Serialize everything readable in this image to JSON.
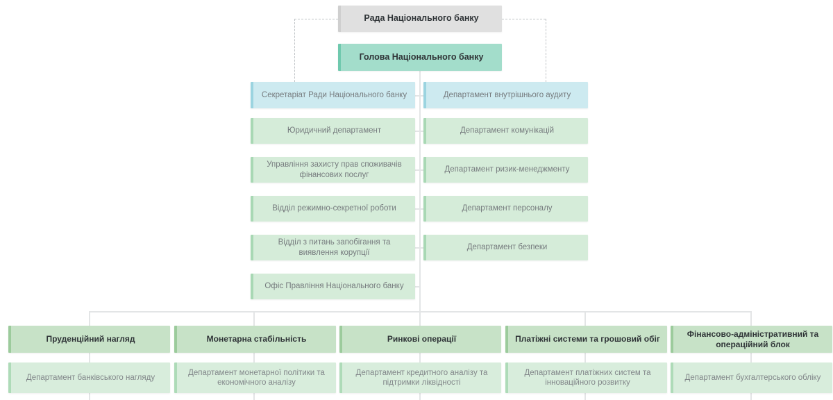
{
  "top": {
    "council": {
      "label": "Рада Національного банку"
    },
    "governor": {
      "label": "Голова Національного банку"
    }
  },
  "left_column": [
    {
      "label": "Секретаріат Ради Національного банку",
      "variant": "blue"
    },
    {
      "label": "Юридичний департамент",
      "variant": "green"
    },
    {
      "label": "Управління захисту прав споживачів фінансових послуг",
      "variant": "green"
    },
    {
      "label": "Відділ режимно-секретної роботи",
      "variant": "green"
    },
    {
      "label": "Відділ з питань запобігання та виявлення корупції",
      "variant": "green"
    },
    {
      "label": "Офіс Правління Національного банку",
      "variant": "green"
    }
  ],
  "right_column": [
    {
      "label": "Департамент внутрішнього аудиту",
      "variant": "blue"
    },
    {
      "label": "Департамент комунікацій",
      "variant": "green"
    },
    {
      "label": "Департамент ризик-менеджменту",
      "variant": "green"
    },
    {
      "label": "Департамент персоналу",
      "variant": "green"
    },
    {
      "label": "Департамент безпеки",
      "variant": "green"
    }
  ],
  "blocks": [
    {
      "title": "Пруденційний нагляд",
      "departments": [
        "Департамент банківського нагляду"
      ]
    },
    {
      "title": "Монетарна стабільність",
      "departments": [
        "Департамент монетарної політики та економічного аналізу"
      ]
    },
    {
      "title": "Ринкові операції",
      "departments": [
        "Департамент кредитного аналізу та підтримки ліквідності"
      ]
    },
    {
      "title": "Платіжні системи та грошовий обіг",
      "departments": [
        "Департамент платіжних систем та інноваційного розвитку"
      ]
    },
    {
      "title": "Фінансово-адміністративний та операційний блок",
      "departments": [
        "Департамент бухгалтерського обліку"
      ]
    }
  ],
  "colors": {
    "council_bg": "#e0e0e0",
    "governor_bg": "#a3ddcb",
    "staff_blue_bg": "#cdeaf0",
    "staff_green_bg": "#d5ecd9",
    "block_bg": "#c7e2c7",
    "dept_bg": "#d8eddc",
    "connector": "#e3e5e6",
    "dashed": "#bfc3c6"
  }
}
